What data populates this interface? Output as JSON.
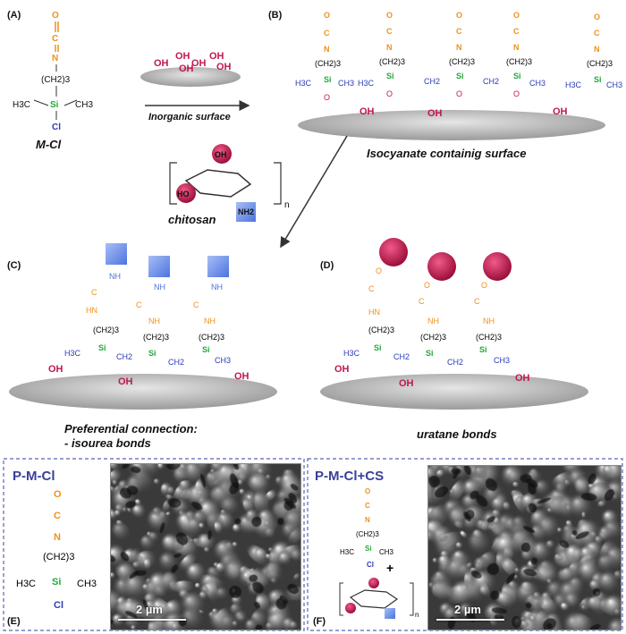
{
  "panels": {
    "A": "(A)",
    "B": "(B)",
    "C": "(C)",
    "D": "(D)",
    "E": "(E)",
    "F": "(F)"
  },
  "molecule": {
    "name": "M-Cl",
    "iso_o": "O",
    "iso_c": "C",
    "iso_n": "N",
    "chain": "(CH2)3",
    "si": "Si",
    "h3c": "H3C",
    "ch3": "CH3",
    "cl": "Cl",
    "ch2": "CH2"
  },
  "captions": {
    "inorganic_surface": "Inorganic surface",
    "isocyanate_surface": "Isocyanate containig surface",
    "chitosan": "chitosan",
    "preferential_line1": "Preferential connection:",
    "preferential_line2": "- isourea bonds",
    "uratane": "uratane bonds"
  },
  "chitosan_struct": {
    "oh": "OH",
    "ho": "HO",
    "nh2": "NH2",
    "n": "n",
    "o": "O",
    "nh": "NH",
    "hn": "HN"
  },
  "surface_group": "OH",
  "sem": {
    "left_title": "P-M-Cl",
    "right_title": "P-M-Cl+CS",
    "scale": "2 µm",
    "plus": "+"
  },
  "colors": {
    "isocyanate": "#f0901e",
    "silicon": "#22a83a",
    "methyl": "#2c3bb8",
    "hydroxyl": "#c0184e",
    "chitosan_amine": "#6f8fe8",
    "frame": "#5a63b5"
  }
}
